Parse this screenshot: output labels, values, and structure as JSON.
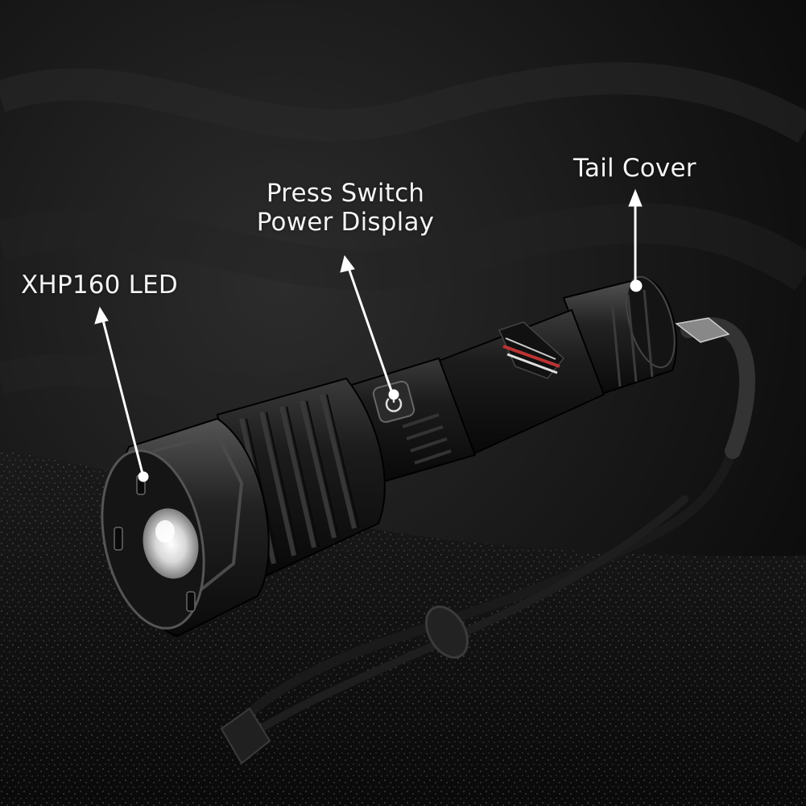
{
  "callouts": {
    "led": "XHP160 LED",
    "switch_line1": "Press Switch",
    "switch_line2": "Power Display",
    "tail": "Tail Cover"
  },
  "colors": {
    "background": "#0b0b0b",
    "body_metal": "#1a1a1a",
    "text": "#f4f4f4",
    "arrow": "#ffffff"
  },
  "icons": {
    "switch": "power-icon"
  }
}
